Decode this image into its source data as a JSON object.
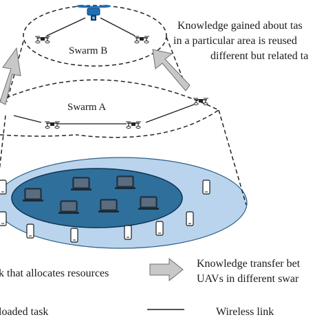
{
  "swarm_b_label": "Swarm B",
  "swarm_a_label": "Swarm A",
  "note": {
    "line1": "Knowledge gained about tas",
    "line2": "in a particular area is reused",
    "line3": "different but related ta"
  },
  "legend": {
    "allocates_text": "k that allocates resources",
    "offloaded_text": "loaded task",
    "transfer_line1": "Knowledge transfer bet",
    "transfer_line2": "UAVs in different swar",
    "wireless_text": "Wireless link"
  },
  "colors": {
    "outer_ellipse": "#b9d4ec",
    "inner_ellipse": "#2f6f9b",
    "arrow_fill": "#c8c8c8",
    "drone_highlight": "#1f6fb8"
  },
  "icons": [
    "drone-icon",
    "laptop-icon",
    "phone-icon",
    "arrow-icon"
  ]
}
